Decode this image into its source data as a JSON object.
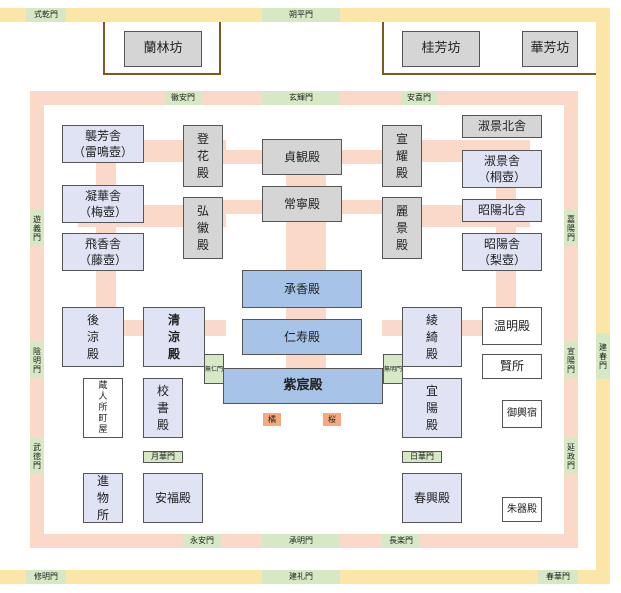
{
  "outer_gates": {
    "top_left": "式乾門",
    "top_center": "朔平門",
    "bottom_left": "修明門",
    "bottom_center": "建礼門",
    "bottom_right": "春華門",
    "right": "建春門"
  },
  "inner_gates": {
    "top": [
      "徽安門",
      "玄輝門",
      "安喜門"
    ],
    "bottom": [
      "永安門",
      "承明門",
      "長楽門"
    ],
    "left": [
      "遊義門",
      "陰明門",
      "武徳門"
    ],
    "right": [
      "嘉陽門",
      "宣陽門",
      "延政門"
    ],
    "getsuka": "月華門",
    "nikka": "日華門",
    "passage_left": "無仁門",
    "passage_right": "無明門"
  },
  "north_buildings": {
    "rankinbo": "蘭林坊",
    "keihobo": "桂芳坊",
    "kahobo": "華芳坊"
  },
  "buildings": {
    "shigeisha": "襲芳舎\n（雷鳴壺）",
    "gyokasha": "凝華舎\n（梅壺）",
    "higyosha": "飛香舎\n（藤壺）",
    "tokaden": "登\n花\n殿",
    "kokiden": "弘\n徽\n殿",
    "jokanden": "貞観殿",
    "joneiden": "常寧殿",
    "senyoden": "宣\n耀\n殿",
    "reikeiden": "麗\n景\n殿",
    "shigeisha_kita": "淑景北舎",
    "shigeisha_east": "淑景舎\n（桐壺）",
    "shoyo_kita": "昭陽北舎",
    "shoyosha": "昭陽舎\n（梨壺）",
    "jokyoden": "承香殿",
    "jijuden": "仁寿殿",
    "shishinden": "紫宸殿",
    "koryoden": "後\n涼\n殿",
    "seiryoden": "清\n涼\n殿",
    "ryokiden": "綾\n綺\n殿",
    "unmeiden": "温明殿",
    "kashikodokoro": "賢所",
    "kurodo": "蔵\n人\n所\n町\n屋",
    "kyoshoden": "校\n書\n殿",
    "giyoden": "宜\n陽\n殿",
    "mikoshiyado": "御輿宿",
    "shinmotsudokoro": "進\n物\n所",
    "anpukuden": "安福殿",
    "shunkoden": "春興殿",
    "sukidokoro": "朱器殿"
  },
  "trees": {
    "tachibana": "橘",
    "sakura": "桜"
  }
}
